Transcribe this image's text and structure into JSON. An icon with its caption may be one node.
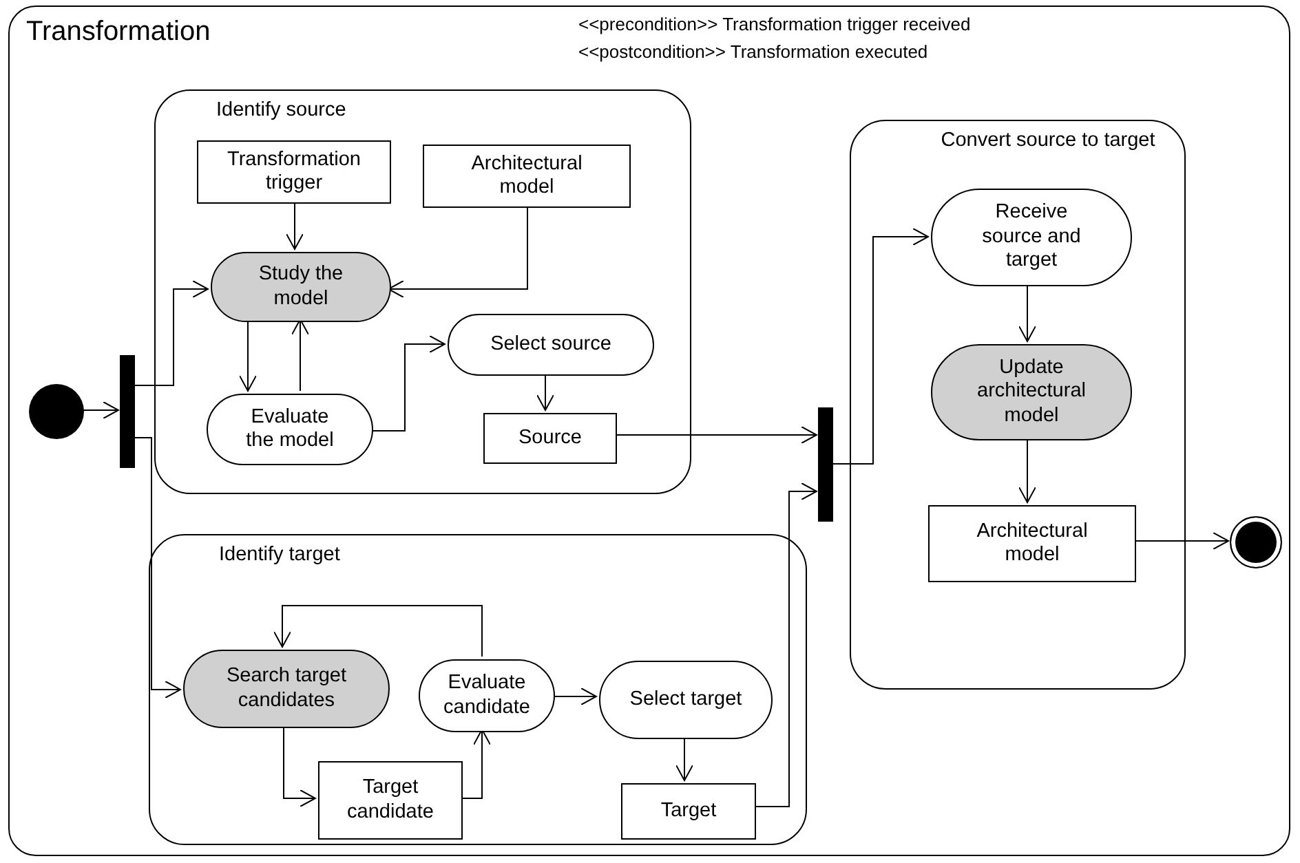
{
  "diagram": {
    "nodes": [
      {
        "text": [
          "Transformation"
        ]
      },
      {
        "text": [],
        "shape": "circle",
        "in": 0
      },
      {
        "text": [],
        "shape": "bar",
        "in": 0
      },
      {
        "text": [
          "Identify source"
        ],
        "in": 0
      },
      {
        "text": [
          "Transformation trigger"
        ],
        "in": 3
      },
      {
        "text": [
          "Architectural model"
        ],
        "in": 3
      },
      {
        "text": [
          "Study the model"
        ],
        "in": 3
      },
      {
        "text": [
          "Evaluate the model"
        ],
        "in": 3
      },
      {
        "text": [
          "Select source"
        ],
        "in": 3
      },
      {
        "text": [
          "Source"
        ],
        "in": 3
      },
      {
        "text": [],
        "shape": "bar",
        "in": 0
      },
      {
        "text": [
          "Convert source to target"
        ],
        "in": 0
      },
      {
        "text": [
          "Receive source and target"
        ],
        "in": 11
      },
      {
        "text": [
          "Update architectural model"
        ],
        "in": 11
      },
      {
        "text": [
          "Architectural model"
        ],
        "in": 11
      },
      {
        "text": [],
        "shape": "circle",
        "in": 0
      },
      {
        "text": [
          "Identify target"
        ],
        "in": 0
      },
      {
        "text": [
          "Search target candidates"
        ],
        "in": 16
      },
      {
        "text": [
          "Evaluate candidate"
        ],
        "in": 16
      },
      {
        "text": [
          "Select target"
        ],
        "in": 16
      },
      {
        "text": [
          "Target candidate"
        ],
        "in": 16
      },
      {
        "text": [
          "Target"
        ],
        "in": 16
      }
    ],
    "edges": [
      {
        "from": 1,
        "to": 2,
        "arrow": "to"
      },
      {
        "from": 2,
        "to": 6,
        "arrow": "to"
      },
      {
        "from": 2,
        "to": 17,
        "arrow": "to"
      },
      {
        "from": 4,
        "to": 6,
        "arrow": "to"
      },
      {
        "from": 5,
        "to": 6,
        "arrow": "to"
      },
      {
        "from": 6,
        "to": 7,
        "arrow": "to"
      },
      {
        "from": 7,
        "to": 6,
        "arrow": "to"
      },
      {
        "from": 7,
        "to": 8,
        "arrow": "to"
      },
      {
        "from": 8,
        "to": 9,
        "arrow": "to"
      },
      {
        "from": 9,
        "to": 10,
        "arrow": "to"
      },
      {
        "from": 21,
        "to": 10,
        "arrow": "to"
      },
      {
        "from": 10,
        "to": 12,
        "arrow": "to"
      },
      {
        "from": 12,
        "to": 13,
        "arrow": "to"
      },
      {
        "from": 13,
        "to": 14,
        "arrow": "to"
      },
      {
        "from": 14,
        "to": 15,
        "arrow": "to"
      },
      {
        "from": 17,
        "to": 20,
        "arrow": "to"
      },
      {
        "from": 20,
        "to": 18,
        "arrow": "to"
      },
      {
        "from": 18,
        "to": 17,
        "arrow": "to"
      },
      {
        "from": 18,
        "to": 19,
        "arrow": "to"
      },
      {
        "from": 19,
        "to": 21,
        "arrow": "to"
      }
    ],
    "labels": [
      "<<precondition>> Transformation trigger received",
      "<<postcondition>> Transformation executed"
    ]
  }
}
